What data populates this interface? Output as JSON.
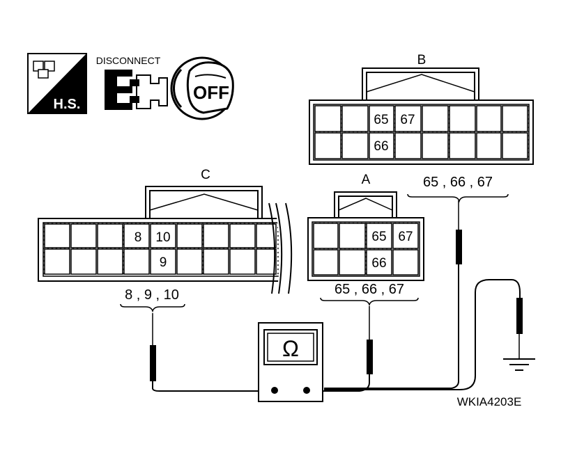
{
  "icons": {
    "harness_label": "H.S.",
    "disconnect_label": "DISCONNECT",
    "ignition_label": "OFF"
  },
  "connectors": {
    "b": {
      "label": "B",
      "terminals": [
        "65",
        "67",
        "66"
      ],
      "brace_label": "65 , 66 , 67"
    },
    "c": {
      "label": "C",
      "terminals": [
        "8",
        "10",
        "9"
      ],
      "brace_label": "8 , 9 , 10"
    },
    "a": {
      "label": "A",
      "terminals": [
        "65",
        "67",
        "66"
      ],
      "brace_label": "65 , 66 , 67"
    }
  },
  "meter": {
    "symbol": "Ω"
  },
  "figure_code": "WKIA4203E"
}
